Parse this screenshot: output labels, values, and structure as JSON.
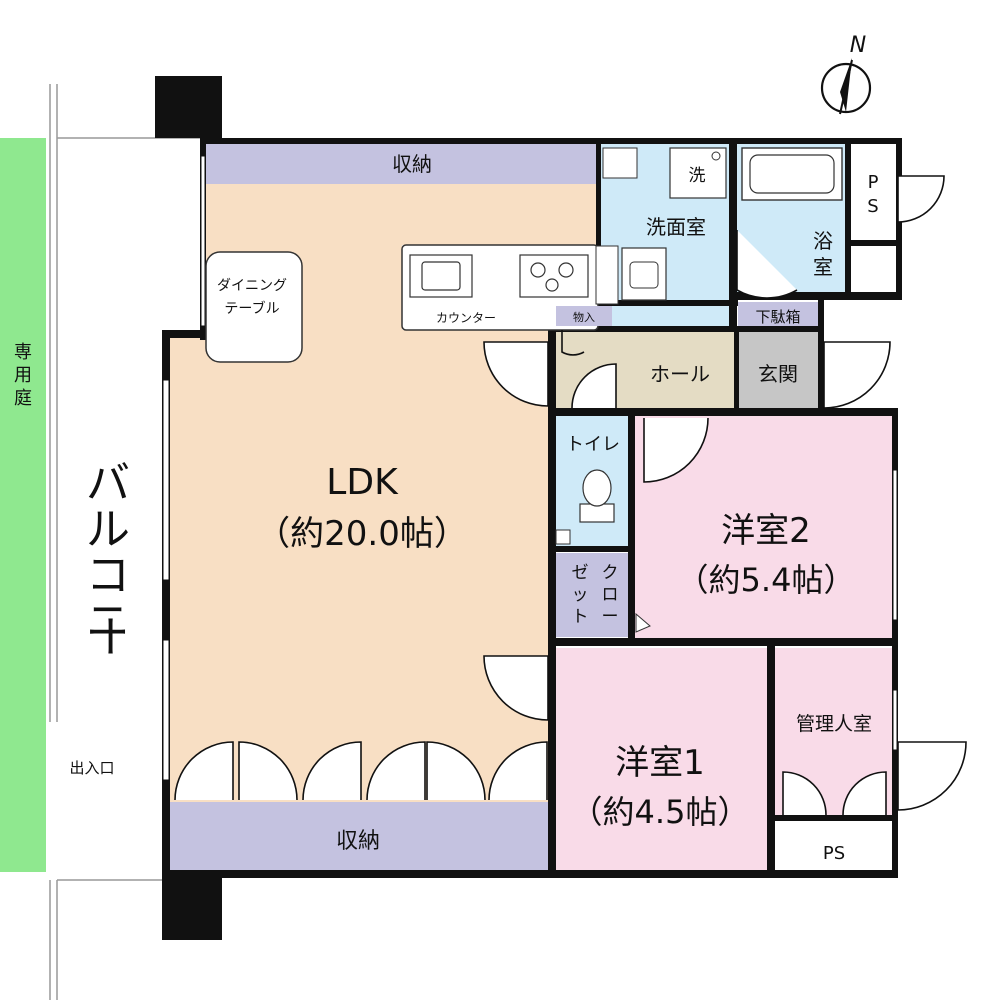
{
  "compass": {
    "north_label": "N"
  },
  "colors": {
    "ldk": "#f8dfc4",
    "storage": "#c4c2e0",
    "wet": "#cfeaf8",
    "bedroom": "#f9dbe8",
    "hall": "#e4dcc4",
    "entrance": "#c6c6c6",
    "garden": "#8fe88f",
    "wall": "#111111"
  },
  "rooms": {
    "storage_top": "収納",
    "storage_bottom": "収納",
    "ldk_name": "LDK",
    "ldk_area": "（約20.0帖）",
    "dining": [
      "ダイニング",
      "テーブル"
    ],
    "counter": "カウンター",
    "laundry_mark": "洗",
    "washroom": "洗面室",
    "bath": [
      "浴",
      "室"
    ],
    "ps_top": [
      "P",
      "S"
    ],
    "ps_bottom": "PS",
    "monoire": "物入",
    "shoe_box": "下駄箱",
    "hall": "ホール",
    "genkan": "玄関",
    "toilet": "トイレ",
    "closet_col1": [
      "ゼ",
      "ッ",
      "ト"
    ],
    "closet_col2": [
      "ク",
      "ロ",
      "ー"
    ],
    "room2_name": "洋室2",
    "room2_area": "（約5.4帖）",
    "room1_name": "洋室1",
    "room1_area": "（約4.5帖）",
    "manager_room": "管理人室"
  },
  "outside": {
    "garden": [
      "専",
      "用",
      "庭"
    ],
    "balcony": [
      "バ",
      "ル",
      "コ",
      "ニ",
      "ー"
    ],
    "entrance_exit": "出入口"
  }
}
